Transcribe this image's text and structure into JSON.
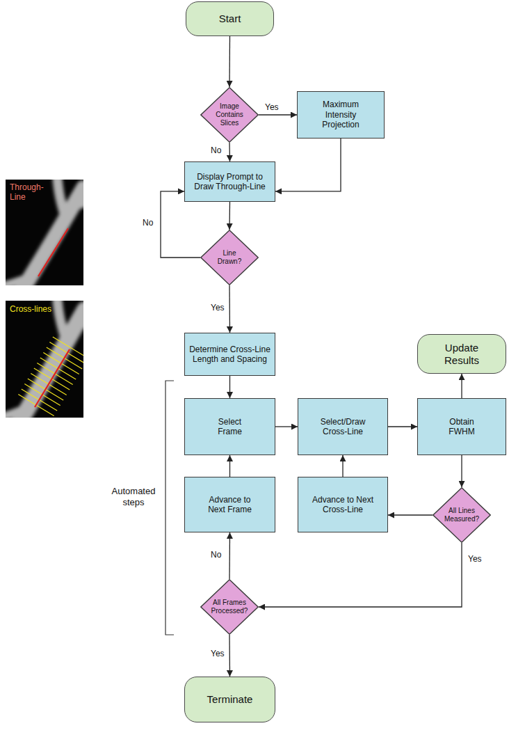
{
  "diagram": {
    "nodes": [
      {
        "text": [
          "Start"
        ]
      },
      {
        "text": [
          "Image Contains Slices"
        ]
      },
      {
        "text": [
          "Maximum Intensity Projection"
        ]
      },
      {
        "text": [
          "Display Prompt to Draw Through-Line"
        ]
      },
      {
        "text": [
          "Line Drawn?"
        ]
      },
      {
        "text": [
          "Determine Cross-Line Length and Spacing"
        ]
      },
      {
        "text": [
          "Select Frame"
        ]
      },
      {
        "text": [
          "Select/Draw Cross-Line"
        ]
      },
      {
        "text": [
          "Update Results"
        ]
      },
      {
        "text": [
          "Obtain FWHM"
        ]
      },
      {
        "text": [
          "Advance to Next Frame"
        ]
      },
      {
        "text": [
          "Advance to Next Cross-Line"
        ]
      },
      {
        "text": [
          "All Lines Measured?"
        ]
      },
      {
        "text": [
          "All Frames Processed?"
        ]
      },
      {
        "text": [
          "Terminate"
        ]
      }
    ],
    "edges": [
      {
        "from": 0,
        "to": 1,
        "arrow": "to"
      },
      {
        "from": 1,
        "to": 2,
        "label": "Yes",
        "arrow": "to"
      },
      {
        "from": 1,
        "to": 3,
        "label": "No",
        "arrow": "to"
      },
      {
        "from": 2,
        "to": 3,
        "arrow": "to"
      },
      {
        "from": 3,
        "to": 4,
        "arrow": "to"
      },
      {
        "from": 4,
        "to": 3,
        "label": "No",
        "arrow": "to"
      },
      {
        "from": 4,
        "to": 5,
        "label": "Yes",
        "arrow": "to"
      },
      {
        "from": 5,
        "to": 6,
        "arrow": "to"
      },
      {
        "from": 6,
        "to": 7,
        "arrow": "to"
      },
      {
        "from": 7,
        "to": 9,
        "arrow": "to"
      },
      {
        "from": 9,
        "to": 8,
        "arrow": "to"
      },
      {
        "from": 9,
        "to": 12,
        "arrow": "to"
      },
      {
        "from": 12,
        "to": 11,
        "arrow": "to"
      },
      {
        "from": 11,
        "to": 7,
        "arrow": "to"
      },
      {
        "from": 12,
        "to": 13,
        "label": "Yes",
        "arrow": "to"
      },
      {
        "from": 13,
        "to": 10,
        "label": "No",
        "arrow": "to"
      },
      {
        "from": 10,
        "to": 6,
        "arrow": "to"
      },
      {
        "from": 13,
        "to": 14,
        "label": "Yes",
        "arrow": "to"
      }
    ],
    "labels": [
      "Automated steps",
      "Through-Line",
      "Cross-lines"
    ]
  }
}
